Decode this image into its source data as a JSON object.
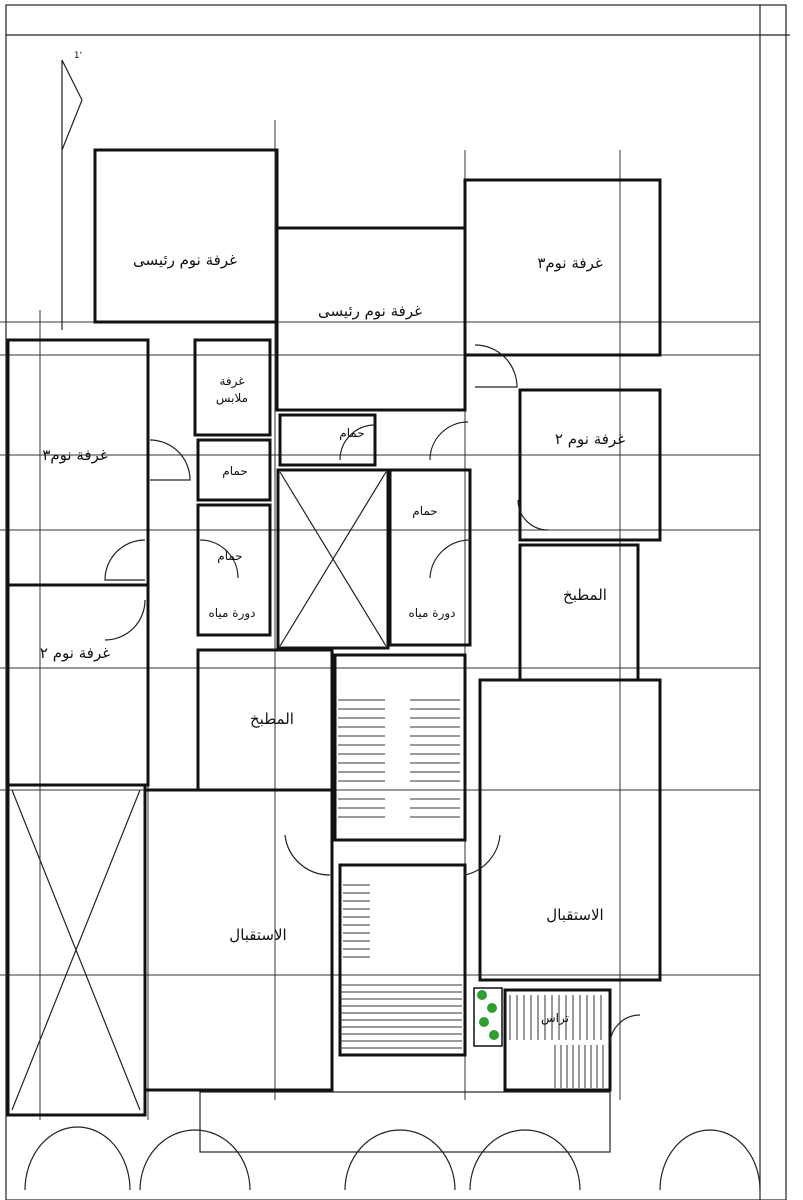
{
  "plan": {
    "north_mark": "1'",
    "rooms": {
      "master_bed_left": "غرفة نوم رئيسى",
      "master_bed_center": "غرفة نوم رئيسى",
      "bed3_right": "غرفة نوم٣",
      "bed3_left": "غرفة نوم٣",
      "bed2_right": "غرفة نوم ٢",
      "bed2_left": "غرفة نوم ٢",
      "dressing_line1": "غرفة",
      "dressing_line2": "ملابس",
      "bath_1": "حمام",
      "bath_2": "حمام",
      "bath_3": "حمام",
      "bath_4": "حمام",
      "wc_left": "دورة مياه",
      "wc_right": "دورة مياه",
      "kitchen_left": "المطبخ",
      "kitchen_right": "المطبخ",
      "reception_left": "الاستقبال",
      "reception_right": "الاستقبال",
      "terrace": "تراس"
    },
    "colors": {
      "lines": "#111111",
      "plants": "#2e9e2e"
    }
  }
}
